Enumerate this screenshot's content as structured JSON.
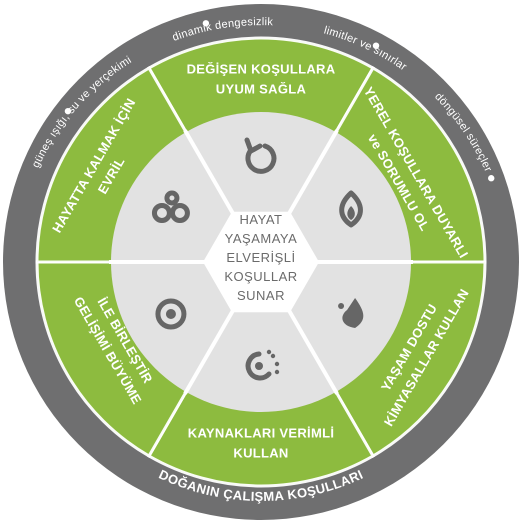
{
  "outer_ring": {
    "labels": [
      "güneş ışığı, su ve yerçekimi",
      "dinamik dengesizlik",
      "limitler ve sınırlar",
      "döngüsel süreçler"
    ],
    "bottom_label": "DOĞANIN ÇALIŞMA KOŞULLARI"
  },
  "segments": [
    {
      "lines": [
        "DEĞİŞEN KOŞULLARA",
        "UYUM SAĞLA"
      ]
    },
    {
      "lines": [
        "YEREL KOŞULLARA DUYARLI",
        "ve SORUMLU OL"
      ]
    },
    {
      "lines": [
        "YAŞAM DOSTU",
        "KİMYASALLAR KULLAN"
      ]
    },
    {
      "lines": [
        "KAYNAKLARI VERİMLİ",
        "KULLAN"
      ]
    },
    {
      "lines": [
        "GELİŞİMİ BÜYÜME",
        "İLE BİRLEŞTİR"
      ]
    },
    {
      "lines": [
        "HAYATTA KALMAK İÇİN",
        "EVRİL"
      ]
    }
  ],
  "inner_icons": [
    "refresh-icon",
    "leaf-drop-icon",
    "water-drop-icon",
    "recycle-dots-icon",
    "target-circle-icon",
    "bubbles-icon"
  ],
  "center": {
    "lines": [
      "HAYAT",
      "YAŞAMAYA",
      "ELVERİŞLİ",
      "KOŞULLAR",
      "SUNAR"
    ]
  },
  "colors": {
    "ring_gray": "#6f6f70",
    "ring_dot": "#ffffff",
    "segment_green": "#8dbb3f",
    "inner_gray": "#e2e2e2",
    "center_white": "#ffffff",
    "icon_gray": "#666666"
  }
}
